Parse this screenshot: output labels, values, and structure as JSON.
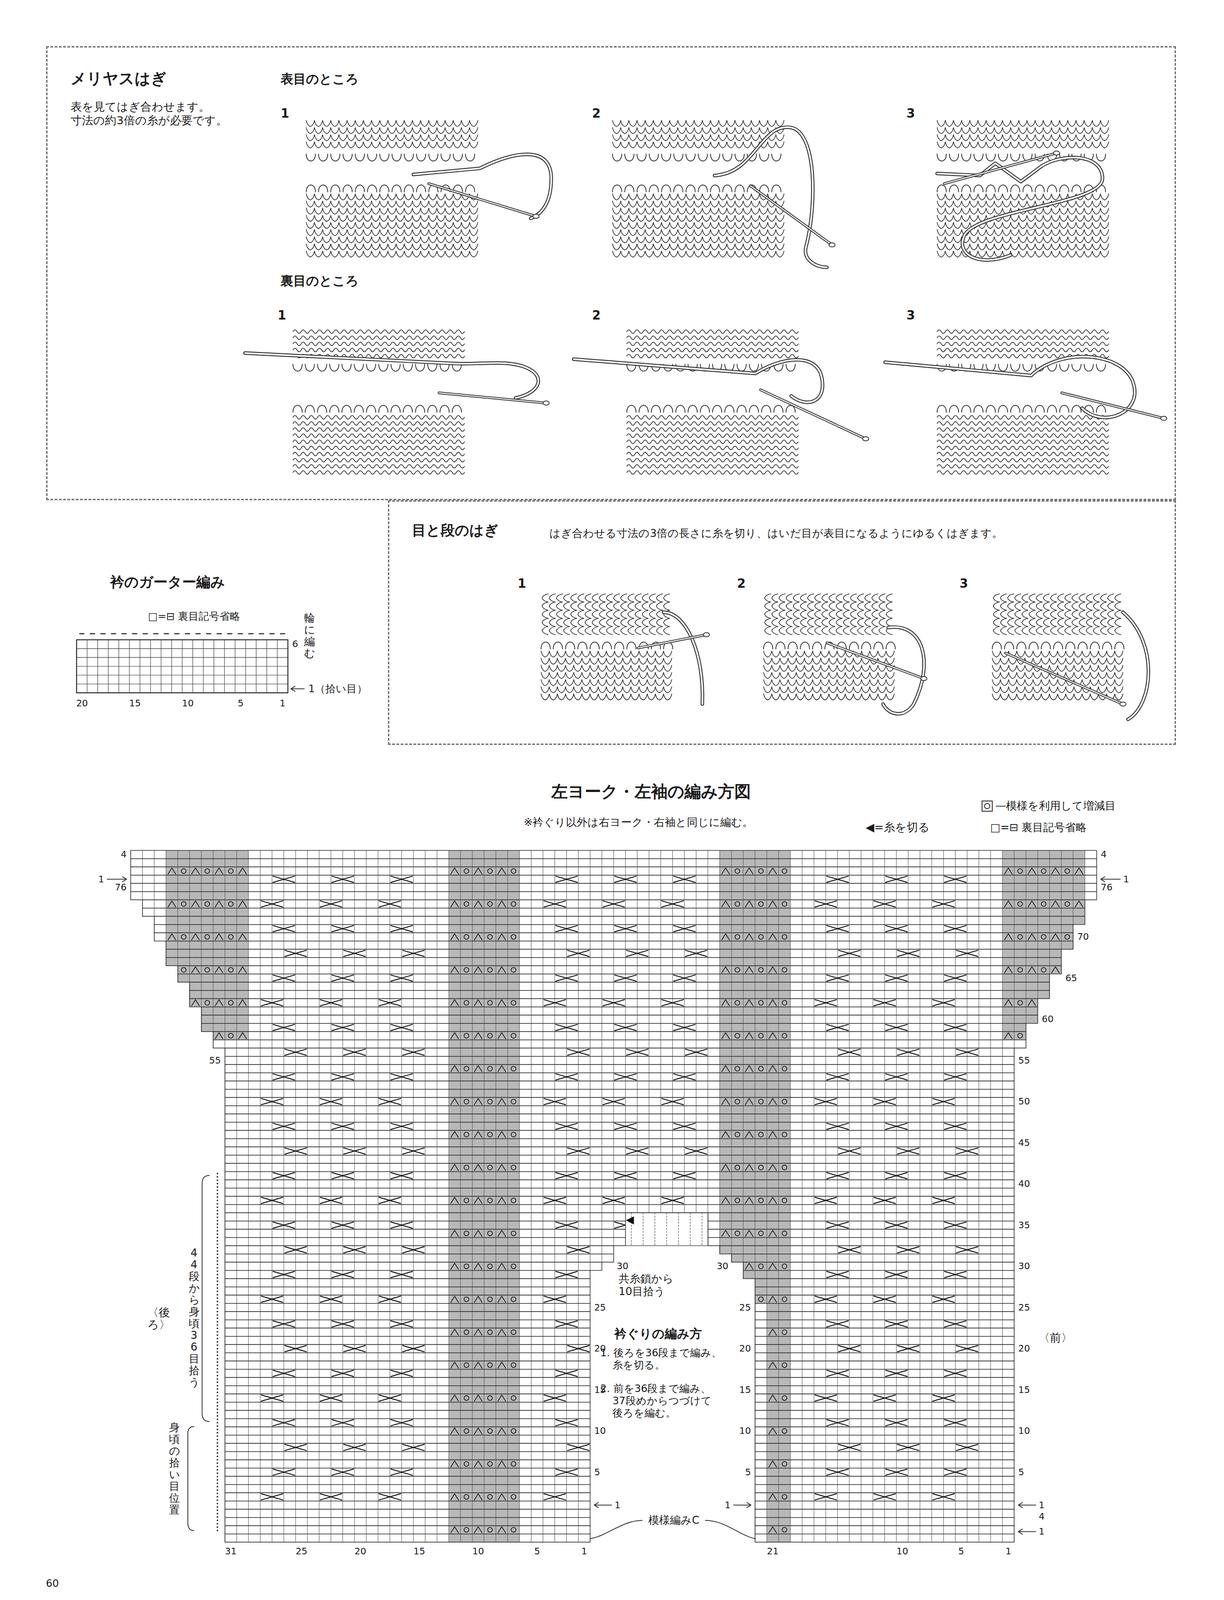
{
  "diagram": {
    "title": "左ヨーク・左袖の編み方図",
    "nodes": [
      {
        "text": [
          "メリヤスはぎ",
          "表を見てはぎ合わせます。 寸法の約3倍の糸が必要です。"
        ]
      },
      {
        "text": [
          "目と段のはぎ",
          "はぎ合わせる寸法の3倍の長さに糸を切り、はいだ目が表目になるようにゆるくはぎます。"
        ]
      }
    ],
    "labels": [
      "表目のところ",
      "1",
      "2",
      "3",
      "裏目のところ",
      "1",
      "2",
      "3",
      "1",
      "2",
      "3",
      "衿のガーター編み",
      "□=⊟ 裏目記号省略",
      "輪に編む",
      "6",
      "1（拾い目）",
      "20",
      "15",
      "10",
      "5",
      "1",
      "※衿ぐり以外は右ヨーク・右袖と同じに編む。",
      "◀=糸を切る",
      "□=⊟ 裏目記号省略",
      "4",
      "1",
      "76",
      "55",
      "4",
      "1",
      "76",
      "70",
      "65",
      "60",
      "55",
      "50",
      "45",
      "40",
      "35",
      "30",
      "25",
      "20",
      "15",
      "10",
      "5",
      "1",
      "4",
      "1",
      "30",
      "25",
      "20",
      "15",
      "10",
      "5",
      "1",
      "30",
      "25",
      "20",
      "15",
      "10",
      "5",
      "1",
      "31",
      "25",
      "20",
      "15",
      "10",
      "5",
      "1",
      "21",
      "10",
      "5",
      "1",
      "共糸鎖から10目拾う",
      "衿ぐりの編み方",
      "1. 後ろを36段まで編み、糸を切る。",
      "2. 前を36段まで編み、37段めからつづけて後ろを編む。",
      "模様編みC",
      "〈後ろ〉",
      "44段から身頃36目拾う",
      "身頃の拾い目位置",
      "〈前〉",
      "60"
    ],
    "legend": [
      {
        "text": "—模様を利用して増減目"
      }
    ]
  }
}
